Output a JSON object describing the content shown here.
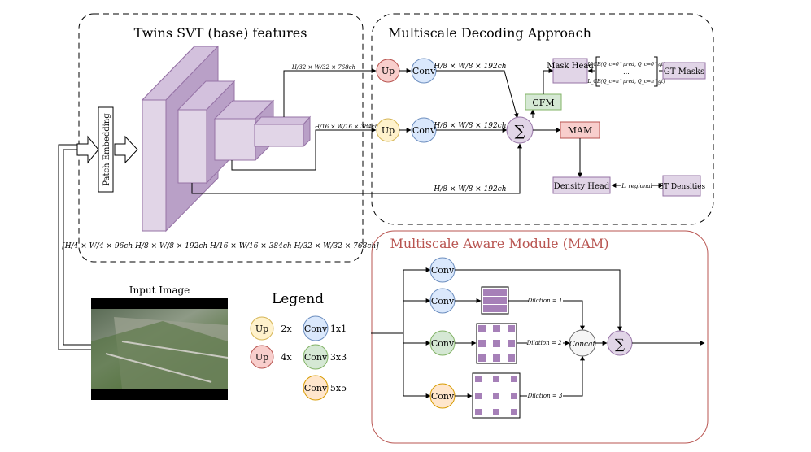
{
  "twins_panel": {
    "title": "Twins SVT (base) features",
    "patch_embedding_label": "Patch Embedding",
    "feat_32": "H/32 × W/32 × 768ch",
    "feat_16": "H/16 × W/16 × 384ch",
    "scales_caption": "[H/4 × W/4 × 96ch   H/8 × W/8 × 192ch   H/16 × W/16 × 384ch   H/32 × W/32 × 768ch]"
  },
  "decoder_panel": {
    "title": "Multiscale Decoding Approach",
    "up_label": "Up",
    "conv_label": "Conv",
    "out_dim": "H/8 × W/8 × 192ch",
    "sum_symbol": "∑",
    "cfm_label": "CFM",
    "mam_label": "MAM",
    "mask_head_label": "Mask Head",
    "ce_loss_top": "L_CE(Q_c=0^pred, Q_c=0^gt)",
    "ce_loss_dots": "...",
    "ce_loss_bottom": "L_CE(Q_c=n^pred, Q_c=n^gt)",
    "gt_masks_label": "GT Masks",
    "density_head_label": "Density Head",
    "regional_loss": "L_regional",
    "gt_densities_label": "GT Densities"
  },
  "mam_panel": {
    "title": "Multiscale Aware Module (MAM)",
    "conv_label": "Conv",
    "dilation_1": "Dilation = 1",
    "dilation_2": "Dilation = 2",
    "dilation_3": "Dilation = 3",
    "concat_label": "Concat",
    "sum_symbol": "∑"
  },
  "input_image": {
    "label": "Input Image"
  },
  "legend": {
    "title": "Legend",
    "items": [
      {
        "shape": "Up",
        "desc": "2x",
        "color": "#fff2cc",
        "stroke": "#d6b656"
      },
      {
        "shape": "Up",
        "desc": "4x",
        "color": "#f8cecc",
        "stroke": "#b85450"
      },
      {
        "shape": "Conv",
        "desc": "1x1",
        "color": "#dae8fc",
        "stroke": "#6c8ebf"
      },
      {
        "shape": "Conv",
        "desc": "3x3",
        "color": "#d5e8d4",
        "stroke": "#82b366"
      },
      {
        "shape": "Conv",
        "desc": "5x5",
        "color": "#ffe6cc",
        "stroke": "#d79b00"
      }
    ]
  },
  "colors": {
    "purple_fill": "#e1d5e7",
    "purple_stroke": "#9673a6",
    "dilation_cell": "#a680b8",
    "mam_border": "#b85450",
    "mam_title": "#b85450",
    "cfm_fill": "#d5e8d4",
    "cfm_stroke": "#82b366",
    "mam_box_fill": "#f8cecc",
    "mam_box_stroke": "#b85450"
  }
}
